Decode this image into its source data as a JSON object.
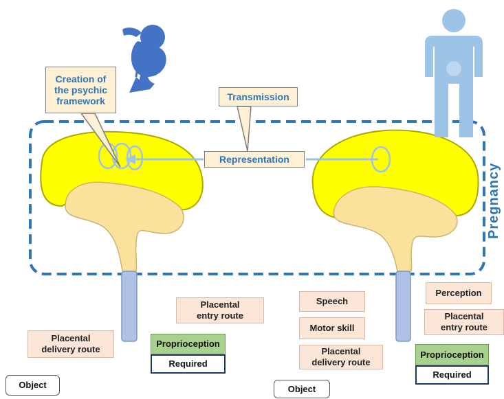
{
  "callouts": {
    "creation": "Creation of\nthe psychic\nframework",
    "transmission": "Transmission",
    "representation": "Representation"
  },
  "side_label": "Pregnancy",
  "left": {
    "placental_entry": "Placental\nentry route",
    "placental_delivery": "Placental\ndelivery route",
    "proprioception": "Proprioception",
    "required": "Required",
    "object": "Object"
  },
  "right": {
    "speech": "Speech",
    "motor_skill": "Motor skill",
    "placental_delivery": "Placental\ndelivery route",
    "perception": "Perception",
    "placental_entry": "Placental\nentry route",
    "proprioception": "Proprioception",
    "required": "Required",
    "object": "Object"
  },
  "colors": {
    "dash_frame": "#2e75b6",
    "cortex": "#ffff00",
    "brainstem": "#fbe29c",
    "spine": "#aec2e6",
    "fetus": "#4472c4",
    "adult": "#9dc3e6"
  }
}
